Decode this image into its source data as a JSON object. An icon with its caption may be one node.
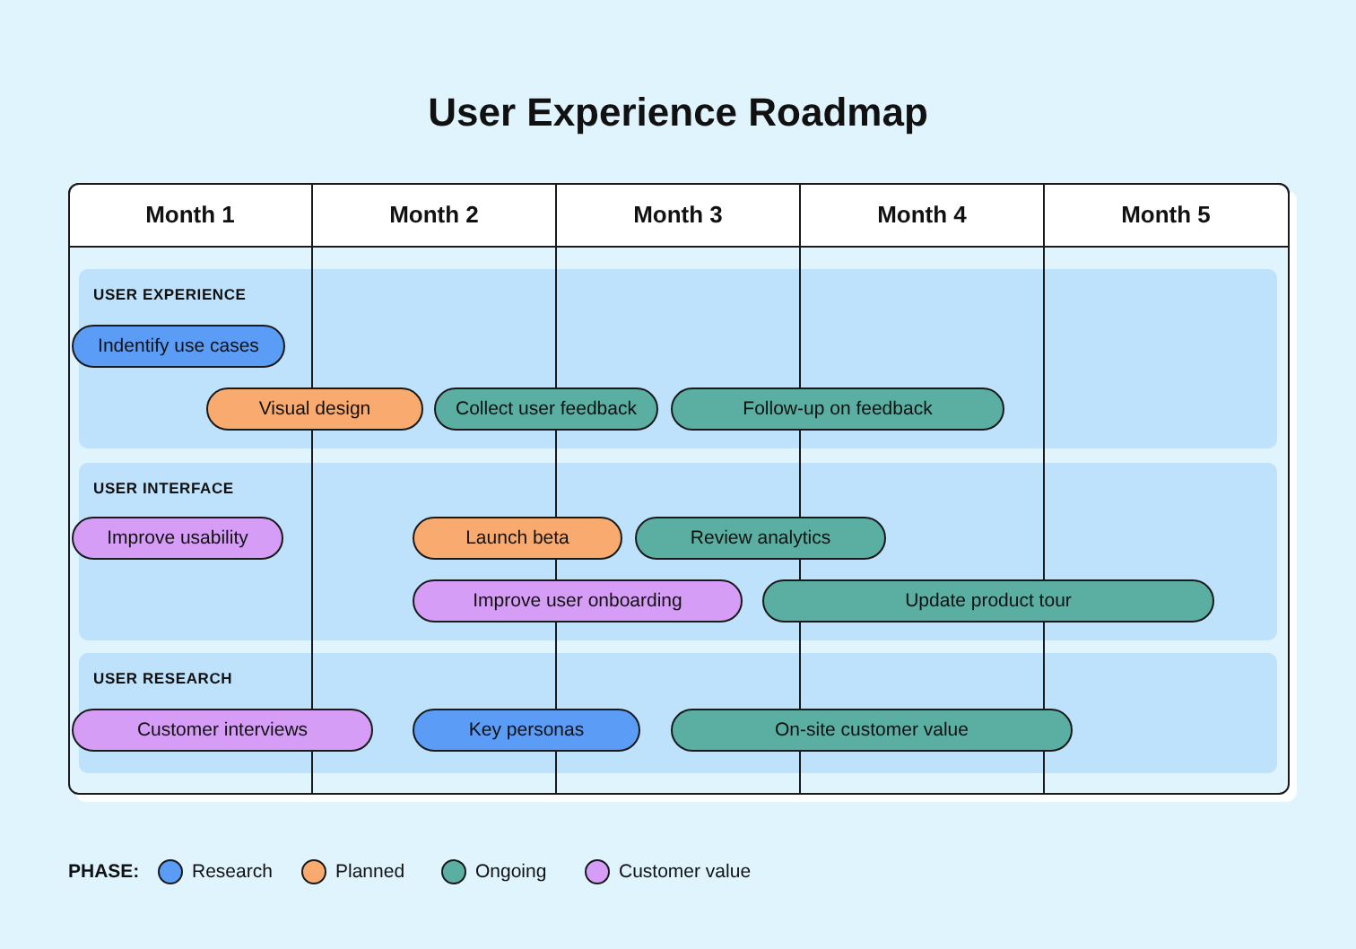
{
  "diagram": {
    "title": "User Experience Roadmap",
    "nodes": [
      {
        "text": [
          "USER EXPERIENCE"
        ]
      },
      {
        "text": [
          "Indentify use cases"
        ],
        "in": 0
      },
      {
        "text": [
          "Visual design"
        ],
        "in": 0
      },
      {
        "text": [
          "Collect user feedback"
        ],
        "in": 0
      },
      {
        "text": [
          "Follow-up on feedback"
        ],
        "in": 0
      },
      {
        "text": [
          "USER INTERFACE"
        ]
      },
      {
        "text": [
          "Improve usability"
        ],
        "in": 5
      },
      {
        "text": [
          "Launch beta"
        ],
        "in": 5
      },
      {
        "text": [
          "Review analytics"
        ],
        "in": 5
      },
      {
        "text": [
          "Improve user onboarding"
        ],
        "in": 5
      },
      {
        "text": [
          "Update product tour"
        ],
        "in": 5
      },
      {
        "text": [
          "USER RESEARCH"
        ]
      },
      {
        "text": [
          "Customer interviews"
        ],
        "in": 11
      },
      {
        "text": [
          "Key personas"
        ],
        "in": 11
      },
      {
        "text": [
          "On-site customer value"
        ],
        "in": 11
      }
    ],
    "edges": [],
    "labels": [
      "Month 1",
      "Month 2",
      "Month 3",
      "Month 4",
      "Month 5",
      "PHASE:"
    ],
    "legend": [
      {
        "text": "Research",
        "color": "#5b9cf6"
      },
      {
        "text": "Planned",
        "color": "#f9aa6f"
      },
      {
        "text": "Ongoing",
        "color": "#5aaea2"
      },
      {
        "text": "Customer value",
        "color": "#d59df6"
      }
    ]
  }
}
